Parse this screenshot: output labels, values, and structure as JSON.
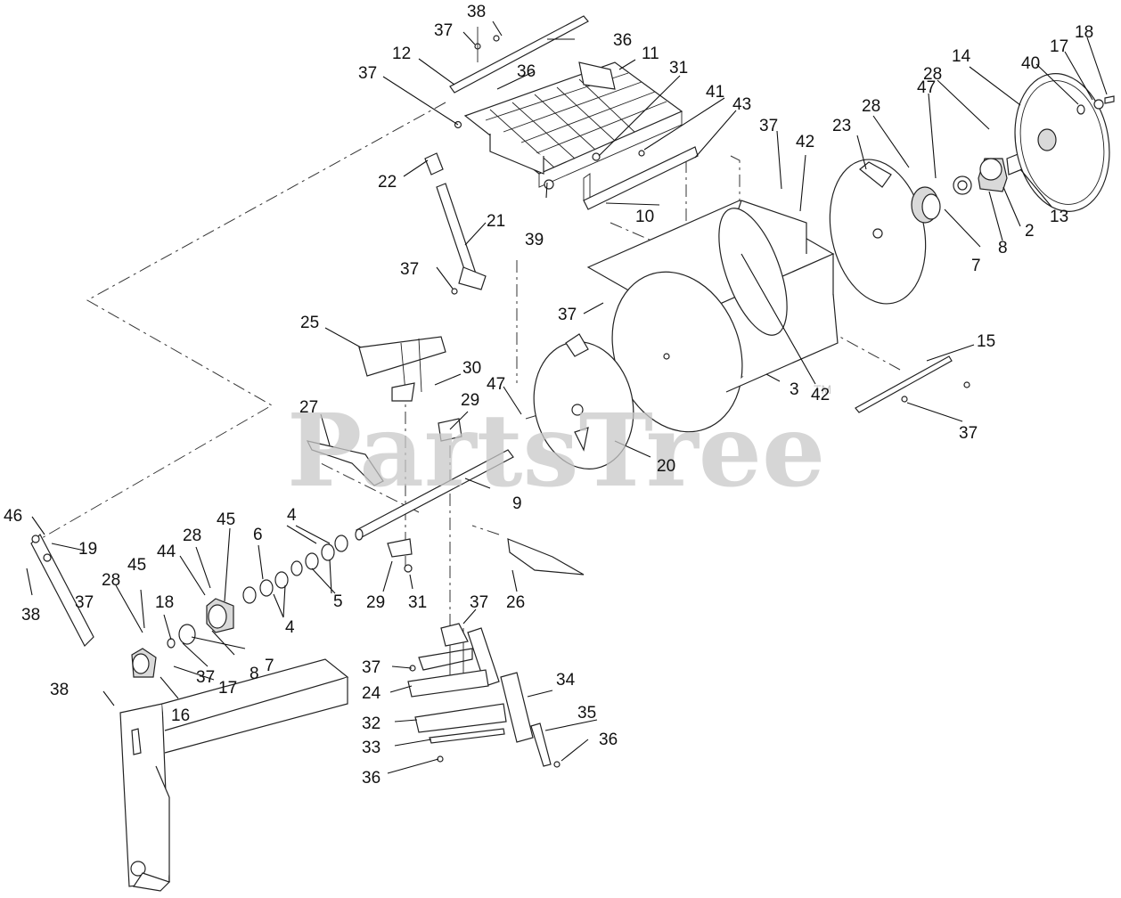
{
  "watermark": {
    "text": "PartsTree",
    "trademark": "TM"
  },
  "callouts": [
    {
      "id": "c-38-top",
      "text": "38"
    },
    {
      "id": "c-37-top",
      "text": "37"
    },
    {
      "id": "c-12",
      "text": "12"
    },
    {
      "id": "c-36-top",
      "text": "36"
    },
    {
      "id": "c-11",
      "text": "11"
    },
    {
      "id": "c-37-grate",
      "text": "37"
    },
    {
      "id": "c-36-grate",
      "text": "36"
    },
    {
      "id": "c-31-top",
      "text": "31"
    },
    {
      "id": "c-41",
      "text": "41"
    },
    {
      "id": "c-43",
      "text": "43"
    },
    {
      "id": "c-37-hopper",
      "text": "37"
    },
    {
      "id": "c-42-top",
      "text": "42"
    },
    {
      "id": "c-23",
      "text": "23"
    },
    {
      "id": "c-28-flange",
      "text": "28"
    },
    {
      "id": "c-47-top",
      "text": "47"
    },
    {
      "id": "c-28-gear",
      "text": "28"
    },
    {
      "id": "c-14",
      "text": "14"
    },
    {
      "id": "c-40",
      "text": "40"
    },
    {
      "id": "c-17-top",
      "text": "17"
    },
    {
      "id": "c-18-top",
      "text": "18"
    },
    {
      "id": "c-22",
      "text": "22"
    },
    {
      "id": "c-21",
      "text": "21"
    },
    {
      "id": "c-39",
      "text": "39"
    },
    {
      "id": "c-10",
      "text": "10"
    },
    {
      "id": "c-2",
      "text": "2"
    },
    {
      "id": "c-13",
      "text": "13"
    },
    {
      "id": "c-8-top",
      "text": "8"
    },
    {
      "id": "c-7-top",
      "text": "7"
    },
    {
      "id": "c-37-lever",
      "text": "37"
    },
    {
      "id": "c-37-drum",
      "text": "37"
    },
    {
      "id": "c-25",
      "text": "25"
    },
    {
      "id": "c-30",
      "text": "30"
    },
    {
      "id": "c-47-mid",
      "text": "47"
    },
    {
      "id": "c-29-upper",
      "text": "29"
    },
    {
      "id": "c-27",
      "text": "27"
    },
    {
      "id": "c-42-mid",
      "text": "42"
    },
    {
      "id": "c-3",
      "text": "3"
    },
    {
      "id": "c-15",
      "text": "15"
    },
    {
      "id": "c-37-rod",
      "text": "37"
    },
    {
      "id": "c-20",
      "text": "20"
    },
    {
      "id": "c-9",
      "text": "9"
    },
    {
      "id": "c-46",
      "text": "46"
    },
    {
      "id": "c-19",
      "text": "19"
    },
    {
      "id": "c-38-left",
      "text": "38"
    },
    {
      "id": "c-45-upper",
      "text": "45"
    },
    {
      "id": "c-28-bearing",
      "text": "28"
    },
    {
      "id": "c-44",
      "text": "44"
    },
    {
      "id": "c-6",
      "text": "6"
    },
    {
      "id": "c-4-upper",
      "text": "4"
    },
    {
      "id": "c-5",
      "text": "5"
    },
    {
      "id": "c-4-lower",
      "text": "4"
    },
    {
      "id": "c-28-left",
      "text": "28"
    },
    {
      "id": "c-45-left",
      "text": "45"
    },
    {
      "id": "c-37-arm",
      "text": "37"
    },
    {
      "id": "c-18-left",
      "text": "18"
    },
    {
      "id": "c-29-lower",
      "text": "29"
    },
    {
      "id": "c-31-lower",
      "text": "31"
    },
    {
      "id": "c-26",
      "text": "26"
    },
    {
      "id": "c-37-agitator",
      "text": "37"
    },
    {
      "id": "c-8-left",
      "text": "8"
    },
    {
      "id": "c-7-left",
      "text": "7"
    },
    {
      "id": "c-17-left",
      "text": "17"
    },
    {
      "id": "c-37-bracket",
      "text": "37"
    },
    {
      "id": "c-16",
      "text": "16"
    },
    {
      "id": "c-37-paddle",
      "text": "37"
    },
    {
      "id": "c-24",
      "text": "24"
    },
    {
      "id": "c-34",
      "text": "34"
    },
    {
      "id": "c-38-post",
      "text": "38"
    },
    {
      "id": "c-35",
      "text": "35"
    },
    {
      "id": "c-32",
      "text": "32"
    },
    {
      "id": "c-36-bottom",
      "text": "36"
    },
    {
      "id": "c-33",
      "text": "33"
    },
    {
      "id": "c-36-lower",
      "text": "36"
    }
  ]
}
